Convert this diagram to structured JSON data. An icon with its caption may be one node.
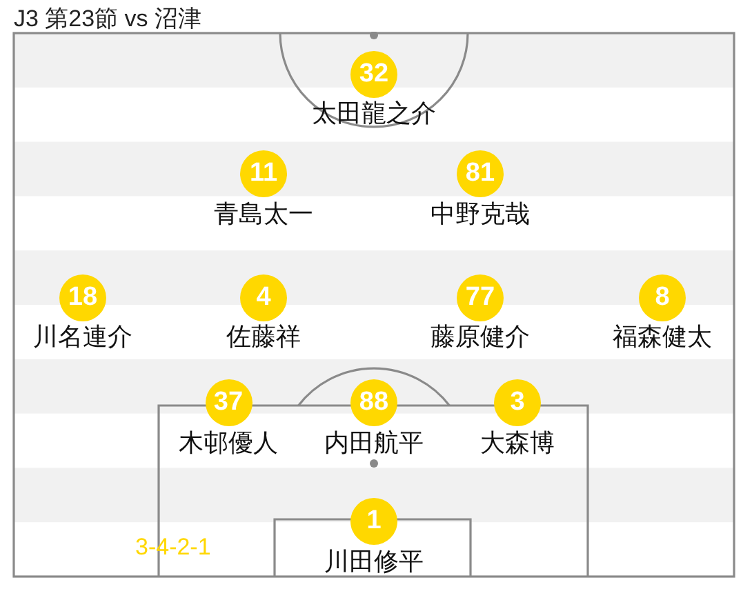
{
  "diagram": {
    "title": "J3 第23節 vs 沼津",
    "nodes": [
      {
        "text": [
          "32"
        ],
        "beside": [
          "太田龍之介"
        ]
      },
      {
        "text": [
          "11"
        ],
        "beside": [
          "青島太一"
        ]
      },
      {
        "text": [
          "81"
        ],
        "beside": [
          "中野克哉"
        ]
      },
      {
        "text": [
          "18"
        ],
        "beside": [
          "川名連介"
        ]
      },
      {
        "text": [
          "4"
        ],
        "beside": [
          "佐藤祥"
        ]
      },
      {
        "text": [
          "77"
        ],
        "beside": [
          "藤原健介"
        ]
      },
      {
        "text": [
          "8"
        ],
        "beside": [
          "福森健太"
        ]
      },
      {
        "text": [
          "37"
        ],
        "beside": [
          "木邨優人"
        ]
      },
      {
        "text": [
          "88"
        ],
        "beside": [
          "内田航平"
        ]
      },
      {
        "text": [
          "3"
        ],
        "beside": [
          "大森博"
        ]
      },
      {
        "text": [
          "1"
        ],
        "beside": [
          "川田修平"
        ]
      }
    ],
    "labels": [
      "3-4-2-1"
    ]
  }
}
